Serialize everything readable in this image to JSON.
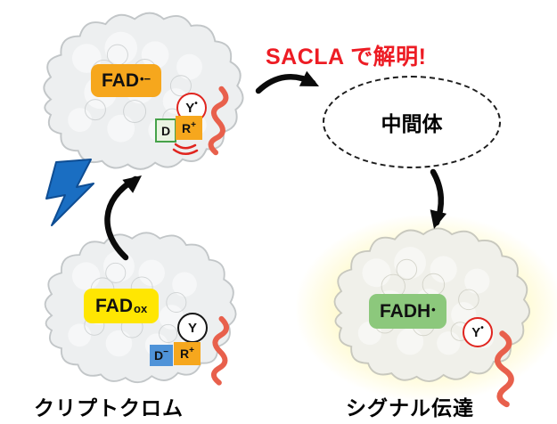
{
  "header": {
    "sacla_title": "SACLA で解明!"
  },
  "intermediate": {
    "label": "中間体"
  },
  "states": {
    "top_left": {
      "fad_text": "FAD",
      "fad_sup": "•−",
      "y_text": "Y",
      "y_sup": "•",
      "d_text": "D",
      "r_text": "R",
      "r_sup": "+"
    },
    "bottom_left": {
      "fad_text": "FAD",
      "fad_sub": "ox",
      "y_text": "Y",
      "d_text": "D",
      "d_sup": "−",
      "r_text": "R",
      "r_sup": "+",
      "caption": "クリプトクロム"
    },
    "bottom_right": {
      "fad_text": "FADH",
      "fad_sup": "•",
      "y_text": "Y",
      "y_sup": "•",
      "caption": "シグナル伝達"
    }
  },
  "colors": {
    "sacla_red": "#ED1C24",
    "fad_radical_orange": "#F6A71D",
    "fad_ox_yellow": "#FFE602",
    "fadh_green": "#8CC87C",
    "asp_blue": "#4F93D8",
    "asp_green_border": "#46A24A",
    "tyr_red_ring": "#E0251F",
    "lightning_blue": "#1A6EC2",
    "helix_red": "#E8604C",
    "arrow_black": "#0B0B0B",
    "glow_yellow": "#FFEC5A",
    "protein_gray": "#EDEFF0"
  }
}
